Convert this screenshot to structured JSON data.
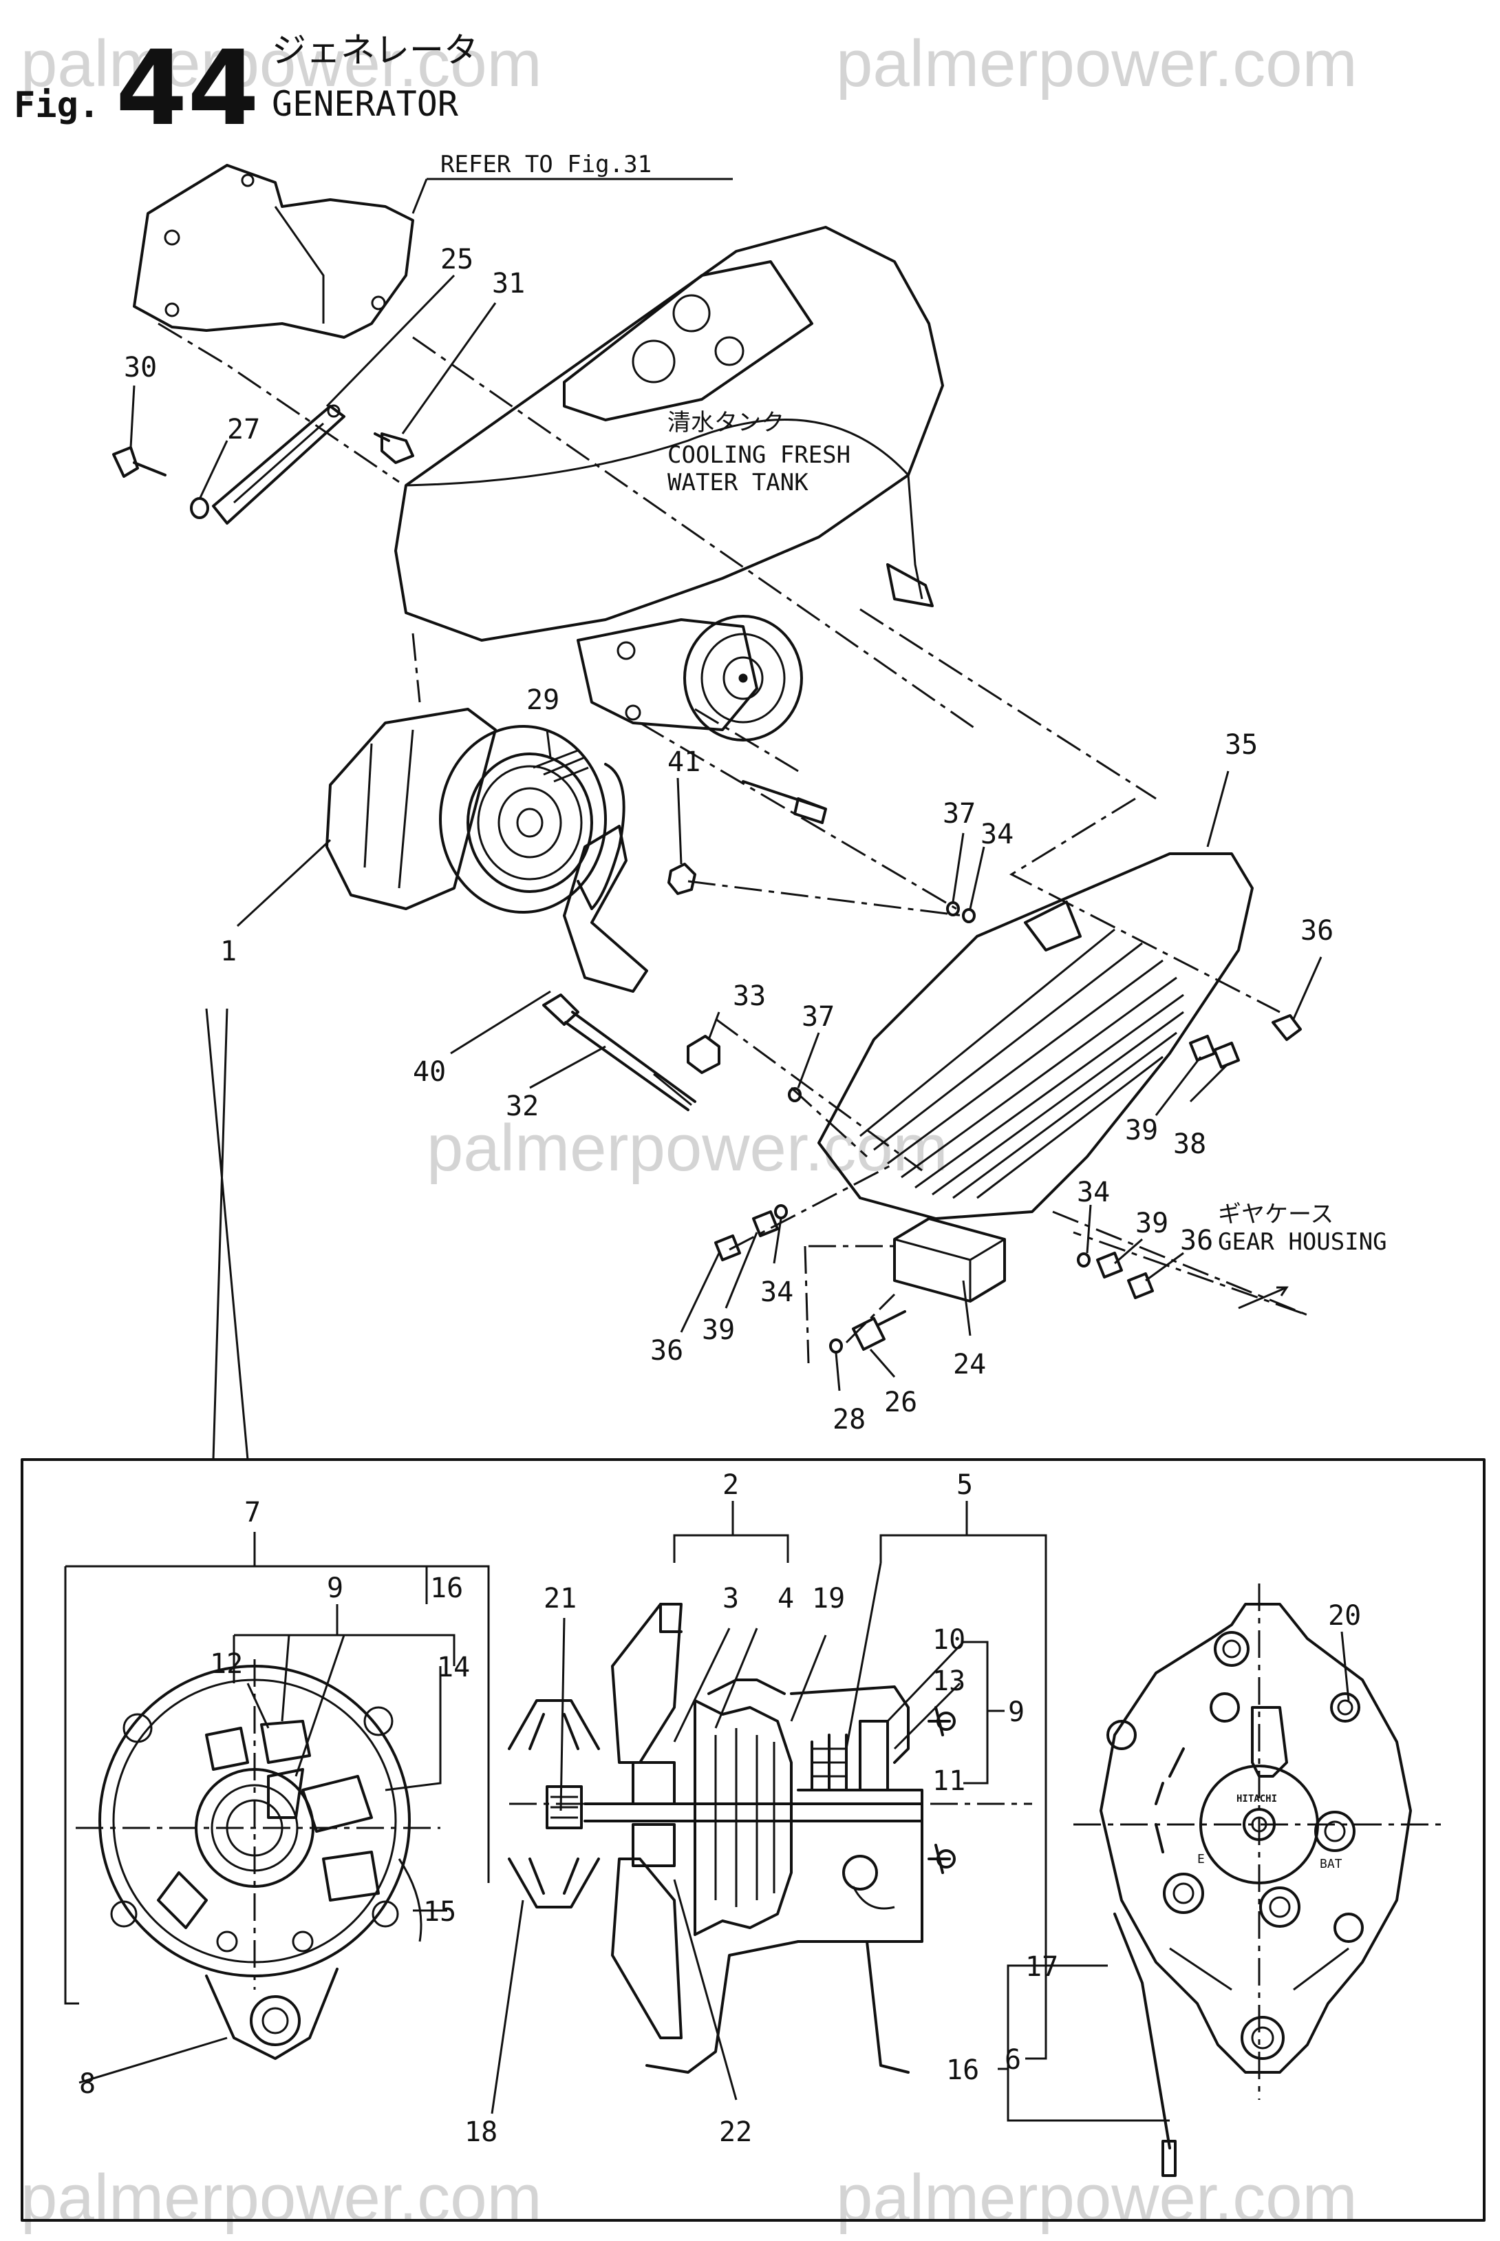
{
  "watermark": "palmerpower.com",
  "title": {
    "prefix": "Fig.",
    "number": "44",
    "japanese": "ジェネレータ",
    "english": "GENERATOR"
  },
  "notes": {
    "refer": "REFER TO Fig.31",
    "tank_jp": "清水タンク",
    "tank_en_1": "COOLING FRESH",
    "tank_en_2": "WATER TANK",
    "gear_jp": "ギヤケース",
    "gear_en": "GEAR HOUSING",
    "brand": "HITACHI",
    "terminal_bat": "BAT",
    "terminal_e": "E"
  },
  "callouts": {
    "c30": "30",
    "c27": "27",
    "c25": "25",
    "c31": "31",
    "c29": "29",
    "c41": "41",
    "c35": "35",
    "c37a": "37",
    "c34a": "34",
    "c36a": "36",
    "c1": "1",
    "c33": "33",
    "c37b": "37",
    "c40": "40",
    "c32": "32",
    "c39a": "39",
    "c38": "38",
    "c34b": "34",
    "c39b": "39",
    "c36b": "36",
    "c36c": "36",
    "c39c": "39",
    "c34c": "34",
    "c24": "24",
    "c26": "26",
    "c28": "28",
    "d7": "7",
    "d9a": "9",
    "d16a": "16",
    "d12": "12",
    "d14": "14",
    "d15": "15",
    "d8": "8",
    "d2": "2",
    "d3": "3",
    "d4": "4",
    "d19": "19",
    "d5": "5",
    "d21": "21",
    "d10": "10",
    "d13": "13",
    "d9b": "9",
    "d11": "11",
    "d6": "6",
    "d18": "18",
    "d22": "22",
    "d20": "20",
    "d17": "17",
    "d16b": "16"
  }
}
